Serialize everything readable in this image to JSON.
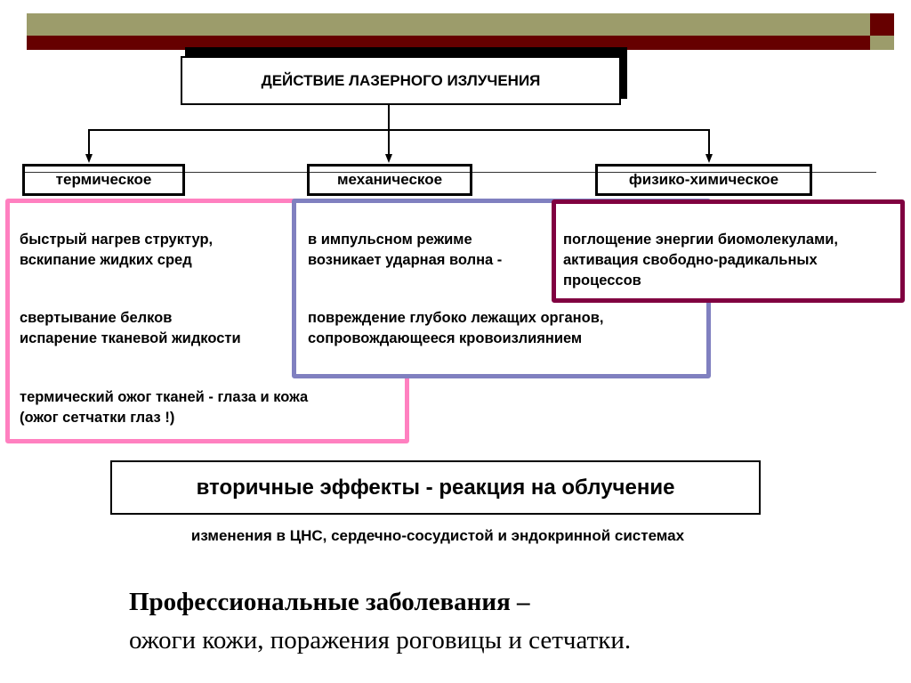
{
  "header": {
    "colors": {
      "olive": "#9c9c6b",
      "maroon": "#660000"
    }
  },
  "diagram": {
    "title": "ДЕЙСТВИЕ ЛАЗЕРНОГО ИЗЛУЧЕНИЯ",
    "categories": [
      {
        "label": "термическое",
        "color": "#ff80c0",
        "items": [
          "быстрый нагрев структур,",
          "вскипание жидких сред",
          "свертывание белков",
          "испарение тканевой жидкости",
          "термический ожог тканей - глаза и кожа",
          "(ожог сетчатки глаз !)"
        ]
      },
      {
        "label": "механическое",
        "color": "#8080c0",
        "items": [
          "в импульсном режиме",
          "возникает ударная волна -",
          "повреждение глубоко лежащих органов,",
          "сопровождающееся кровоизлиянием"
        ]
      },
      {
        "label": "физико-химическое",
        "color": "#800040",
        "items": [
          "поглощение энергии биомолекулами,",
          "активация свободно-радикальных",
          "процессов"
        ]
      }
    ]
  },
  "secondary": {
    "title": "вторичные эффекты - реакция на облучение",
    "note": "изменения в ЦНС, сердечно-сосудистой и эндокринной системах"
  },
  "occupational": {
    "title": "Профессиональные заболевания –",
    "text": "ожоги кожи, поражения роговицы и сетчатки."
  }
}
